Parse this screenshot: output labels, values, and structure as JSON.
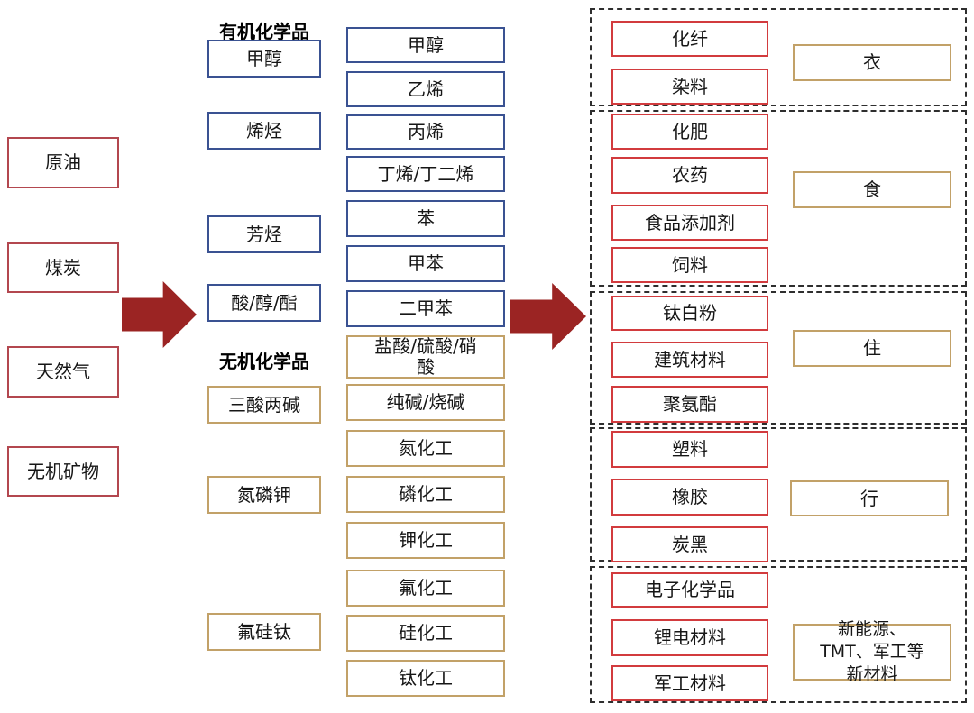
{
  "left_sources": [
    "原油",
    "煤炭",
    "天然气",
    "无机矿物"
  ],
  "middle": {
    "organic_header": "有机化学品",
    "inorganic_header": "无机化学品",
    "organic_categories": [
      "甲醇",
      "烯烃",
      "芳烃",
      "酸/醇/酯"
    ],
    "inorganic_categories": [
      "三酸两碱",
      "氮磷钾",
      "氟硅钛"
    ],
    "organic_products": [
      "甲醇",
      "乙烯",
      "丙烯",
      "丁烯/丁二烯",
      "苯",
      "甲苯",
      "二甲苯"
    ],
    "inorganic_products": [
      "盐酸/硫酸/硝\n酸",
      "纯碱/烧碱",
      "氮化工",
      "磷化工",
      "钾化工",
      "氟化工",
      "硅化工",
      "钛化工"
    ]
  },
  "right_groups": [
    {
      "category": "衣",
      "items": [
        "化纤",
        "染料"
      ]
    },
    {
      "category": "食",
      "items": [
        "化肥",
        "农药",
        "食品添加剂",
        "饲料"
      ]
    },
    {
      "category": "住",
      "items": [
        "钛白粉",
        "建筑材料",
        "聚氨酯"
      ]
    },
    {
      "category": "行",
      "items": [
        "塑料",
        "橡胶",
        "炭黑"
      ]
    },
    {
      "category": "新能源、\nTMT、军工等\n新材料",
      "items": [
        "电子化学品",
        "锂电材料",
        "军工材料"
      ]
    }
  ],
  "colors": {
    "source_border": "#b3474f",
    "organic_border": "#3a5292",
    "inorganic_border": "#c2a168",
    "application_border": "#d23b3e",
    "category_border": "#c2a168",
    "arrow": "#9b2423",
    "group_dash": "#2e2e2e"
  }
}
